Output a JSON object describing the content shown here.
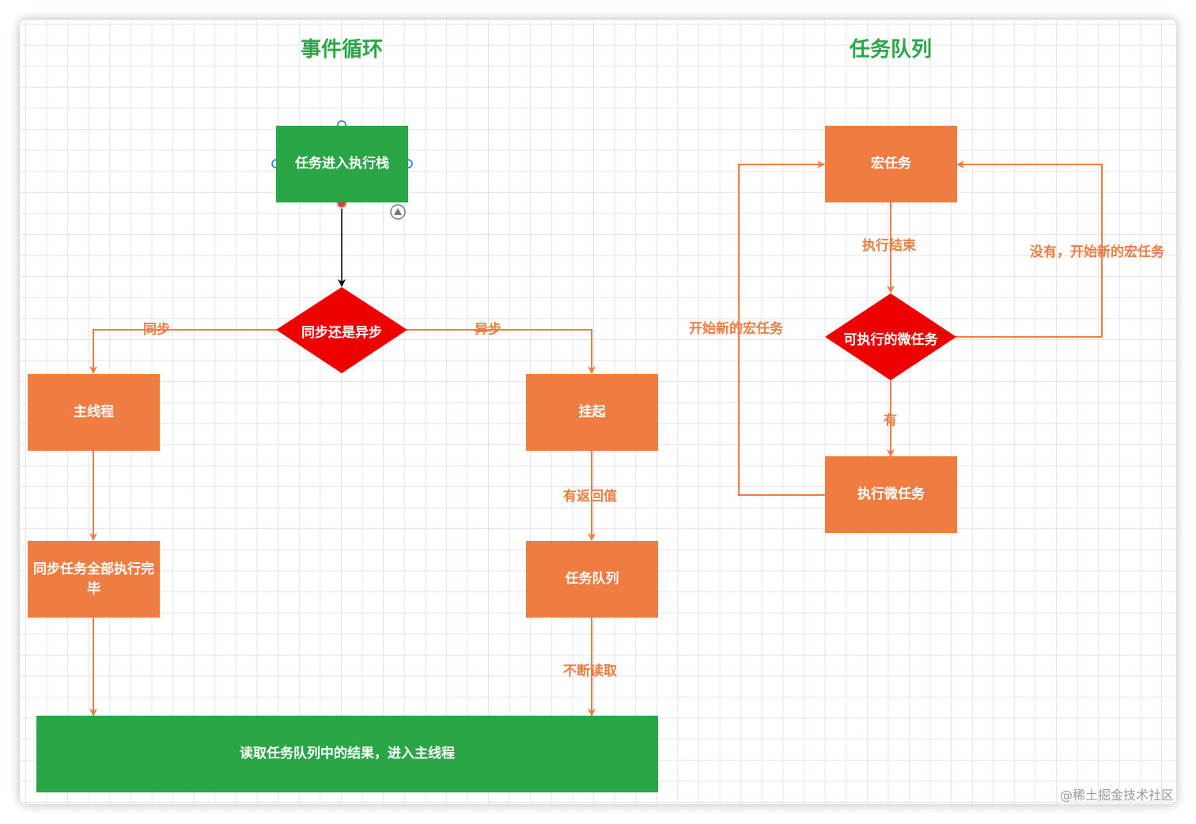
{
  "titles": {
    "left": "事件循环",
    "right": "任务队列"
  },
  "left_diagram": {
    "start": "任务进入执行栈",
    "decision": "同步还是异步",
    "branch_sync": "同步",
    "branch_async": "异步",
    "main_thread": "主线程",
    "sync_done": "同步任务全部执行完毕",
    "suspend": "挂起",
    "has_return": "有返回值",
    "task_queue": "任务队列",
    "keep_reading": "不断读取",
    "final": "读取任务队列中的结果，进入主线程"
  },
  "right_diagram": {
    "macro_task": "宏任务",
    "exec_end": "执行结束",
    "decision": "可执行的微任务",
    "has": "有",
    "exec_micro": "执行微任务",
    "start_new_macro": "开始新的宏任务",
    "none_new_macro": "没有，开始新的宏任务"
  },
  "colors": {
    "orange": "#ef7d42",
    "green": "#2aa646",
    "red": "#ee0000"
  },
  "watermark": "@稀土掘金技术社区"
}
